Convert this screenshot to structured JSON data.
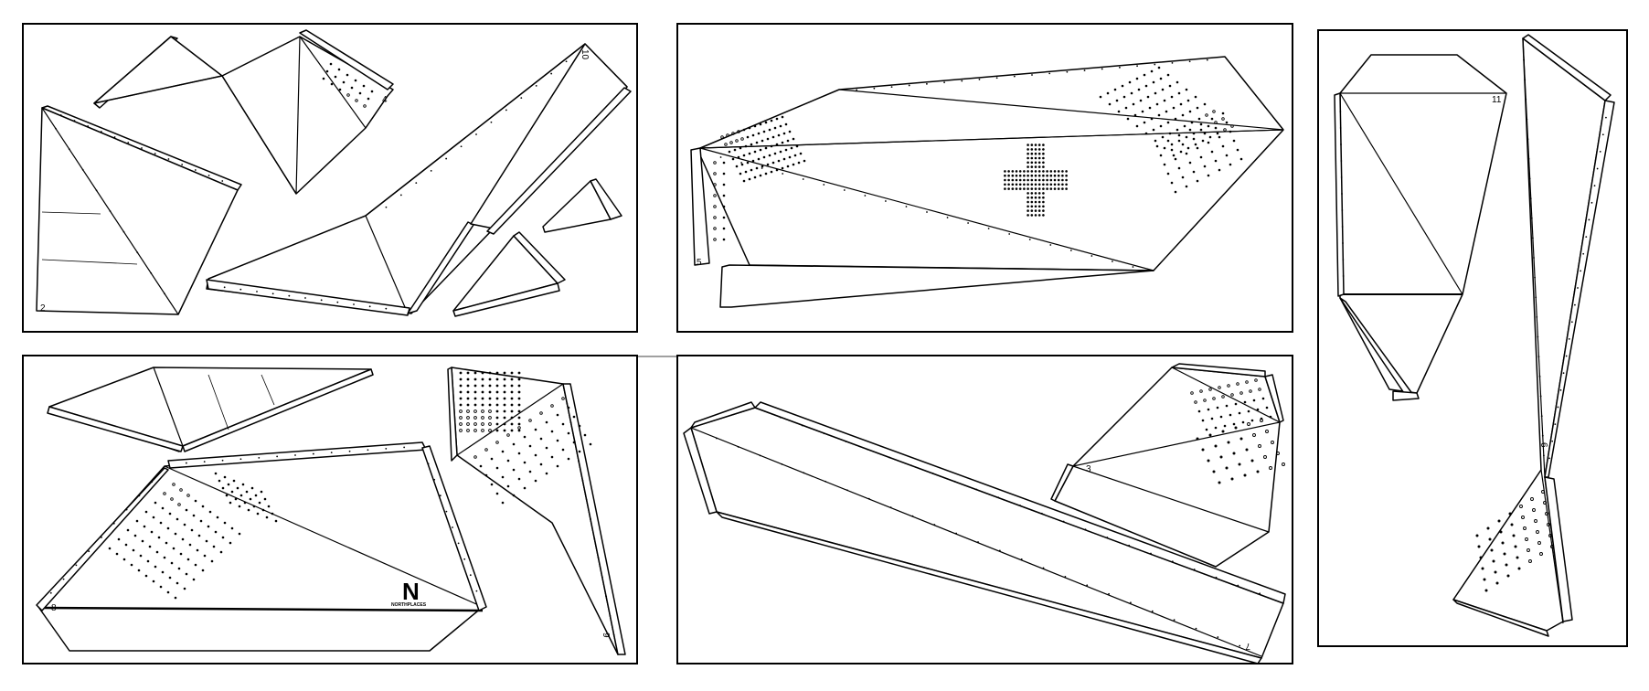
{
  "panel_labels": {
    "p2": "2",
    "p10": "10",
    "p4": "4",
    "p5": "5",
    "p8": "8",
    "p9": "9",
    "p3": "3",
    "p7": "7",
    "p11": "11",
    "p6": "6"
  },
  "logo": {
    "mark": "N",
    "text": "NORTHPLACES"
  }
}
